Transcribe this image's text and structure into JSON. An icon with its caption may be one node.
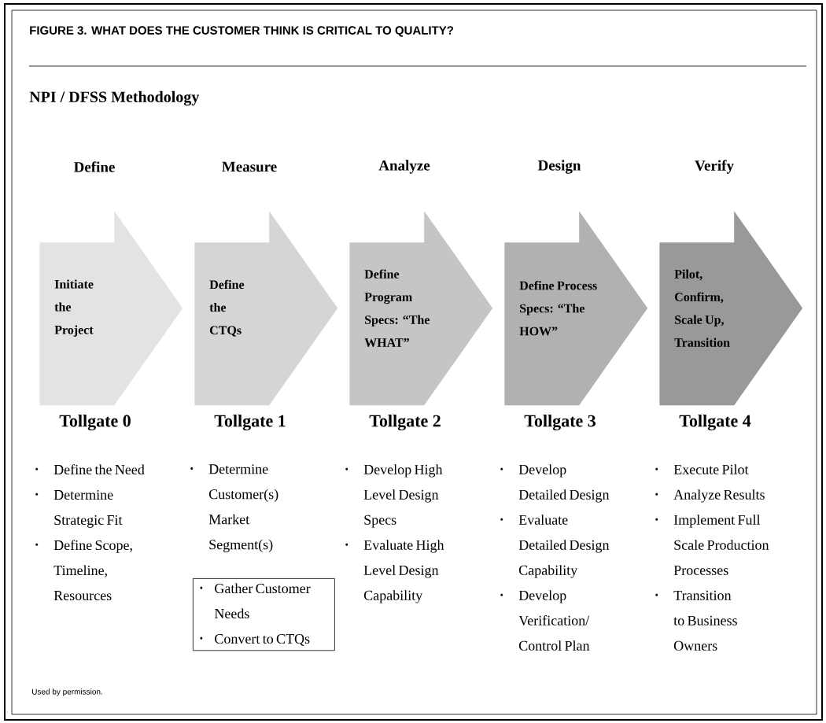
{
  "diagram": {
    "title": "FIGURE 3. WHAT DOES THE CUSTOMER THINK IS CRITICAL TO QUALITY?",
    "nodes": [
      {
        "text": [
          "Define",
          "Initiate the Project",
          "Tollgate 0"
        ]
      },
      {
        "text": [
          "Measure",
          "Define the CTQs",
          "Tollgate 1"
        ]
      },
      {
        "text": [
          "Analyze",
          "Define Program Specs: “The WHAT”",
          "Tollgate 2"
        ]
      },
      {
        "text": [
          "Design",
          "Define Process Specs: “The HOW”",
          "Tollgate 3"
        ]
      },
      {
        "text": [
          "Verify",
          "Pilot, Confirm, Scale Up, Transition",
          "Tollgate 4"
        ]
      },
      {
        "text": [
          "Gather Customer Needs",
          "Convert to CTQs"
        ]
      }
    ],
    "edges": [],
    "labels": [
      "NPI / DFSS Methodology",
      "Define the Need",
      "Determine Strategic Fit",
      "Define Scope, Timeline, Resources",
      "Determine Customer(s) Market Segment(s)",
      "Develop High Level Design Specs",
      "Evaluate High Level Design Capability",
      "Develop Detailed Design",
      "Evaluate Detailed Design Capability",
      "Develop Verification/ Control Plan",
      "Execute Pilot",
      "Analyze Results",
      "Implement Full Scale Production Processes",
      "Transition to Business Owners",
      "Used by permission."
    ]
  }
}
